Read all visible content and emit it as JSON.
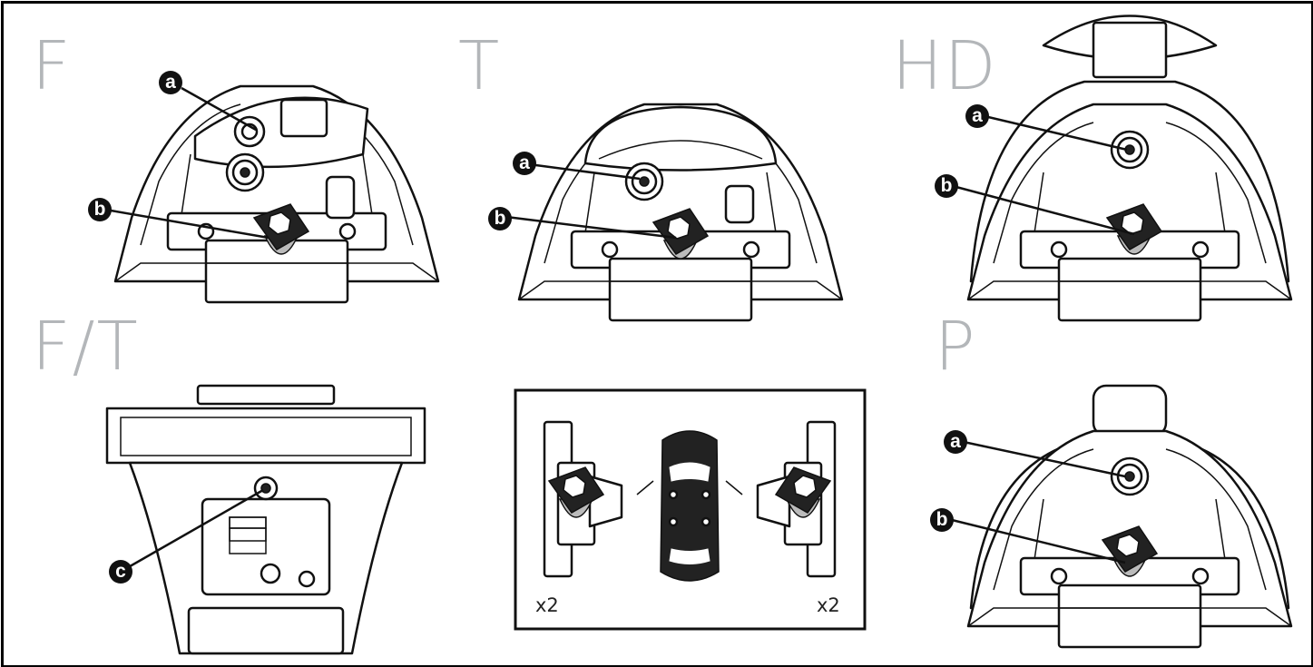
{
  "panels": [
    {
      "id": "F",
      "label": "F"
    },
    {
      "id": "T",
      "label": "T"
    },
    {
      "id": "HD",
      "label": "HD"
    },
    {
      "id": "FT",
      "label": "F/T"
    },
    {
      "id": "P",
      "label": "P"
    }
  ],
  "callouts": {
    "a": "a",
    "b": "b",
    "c": "c"
  },
  "inset": {
    "left_qty": "x2",
    "right_qty": "x2"
  },
  "icons": [
    "foot-pack-drawing",
    "car-top-view-icon",
    "tightening-bolt",
    "locking-cam"
  ]
}
